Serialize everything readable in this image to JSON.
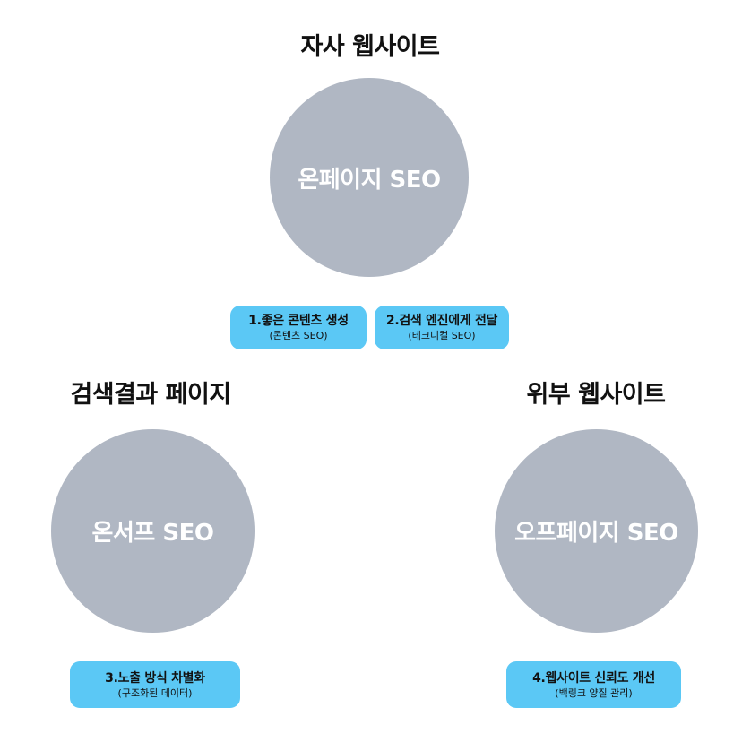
{
  "colors": {
    "circle_fill": "#b0b7c3",
    "circle_text": "#ffffff",
    "pill_fill": "#5bc8f5",
    "heading_text": "#111111"
  },
  "headings": {
    "own_site": "자사 웹사이트",
    "search_results": "검색결과 페이지",
    "external_site": "위부 웹사이트"
  },
  "circles": {
    "on_page": "온페이지 SEO",
    "on_serp": "온서프 SEO",
    "off_page": "오프페이지 SEO"
  },
  "pills": [
    {
      "title": "1.좋은 콘텐츠 생성",
      "sub": "(콘텐츠 SEO)"
    },
    {
      "title": "2.검색 엔진에게 전달",
      "sub": "(테크니컬 SEO)"
    },
    {
      "title": "3.노출 방식 차별화",
      "sub": "(구조화된 데이터)"
    },
    {
      "title": "4.웹사이트 신뢰도 개선",
      "sub": "(백링크 양질 관리)"
    }
  ]
}
